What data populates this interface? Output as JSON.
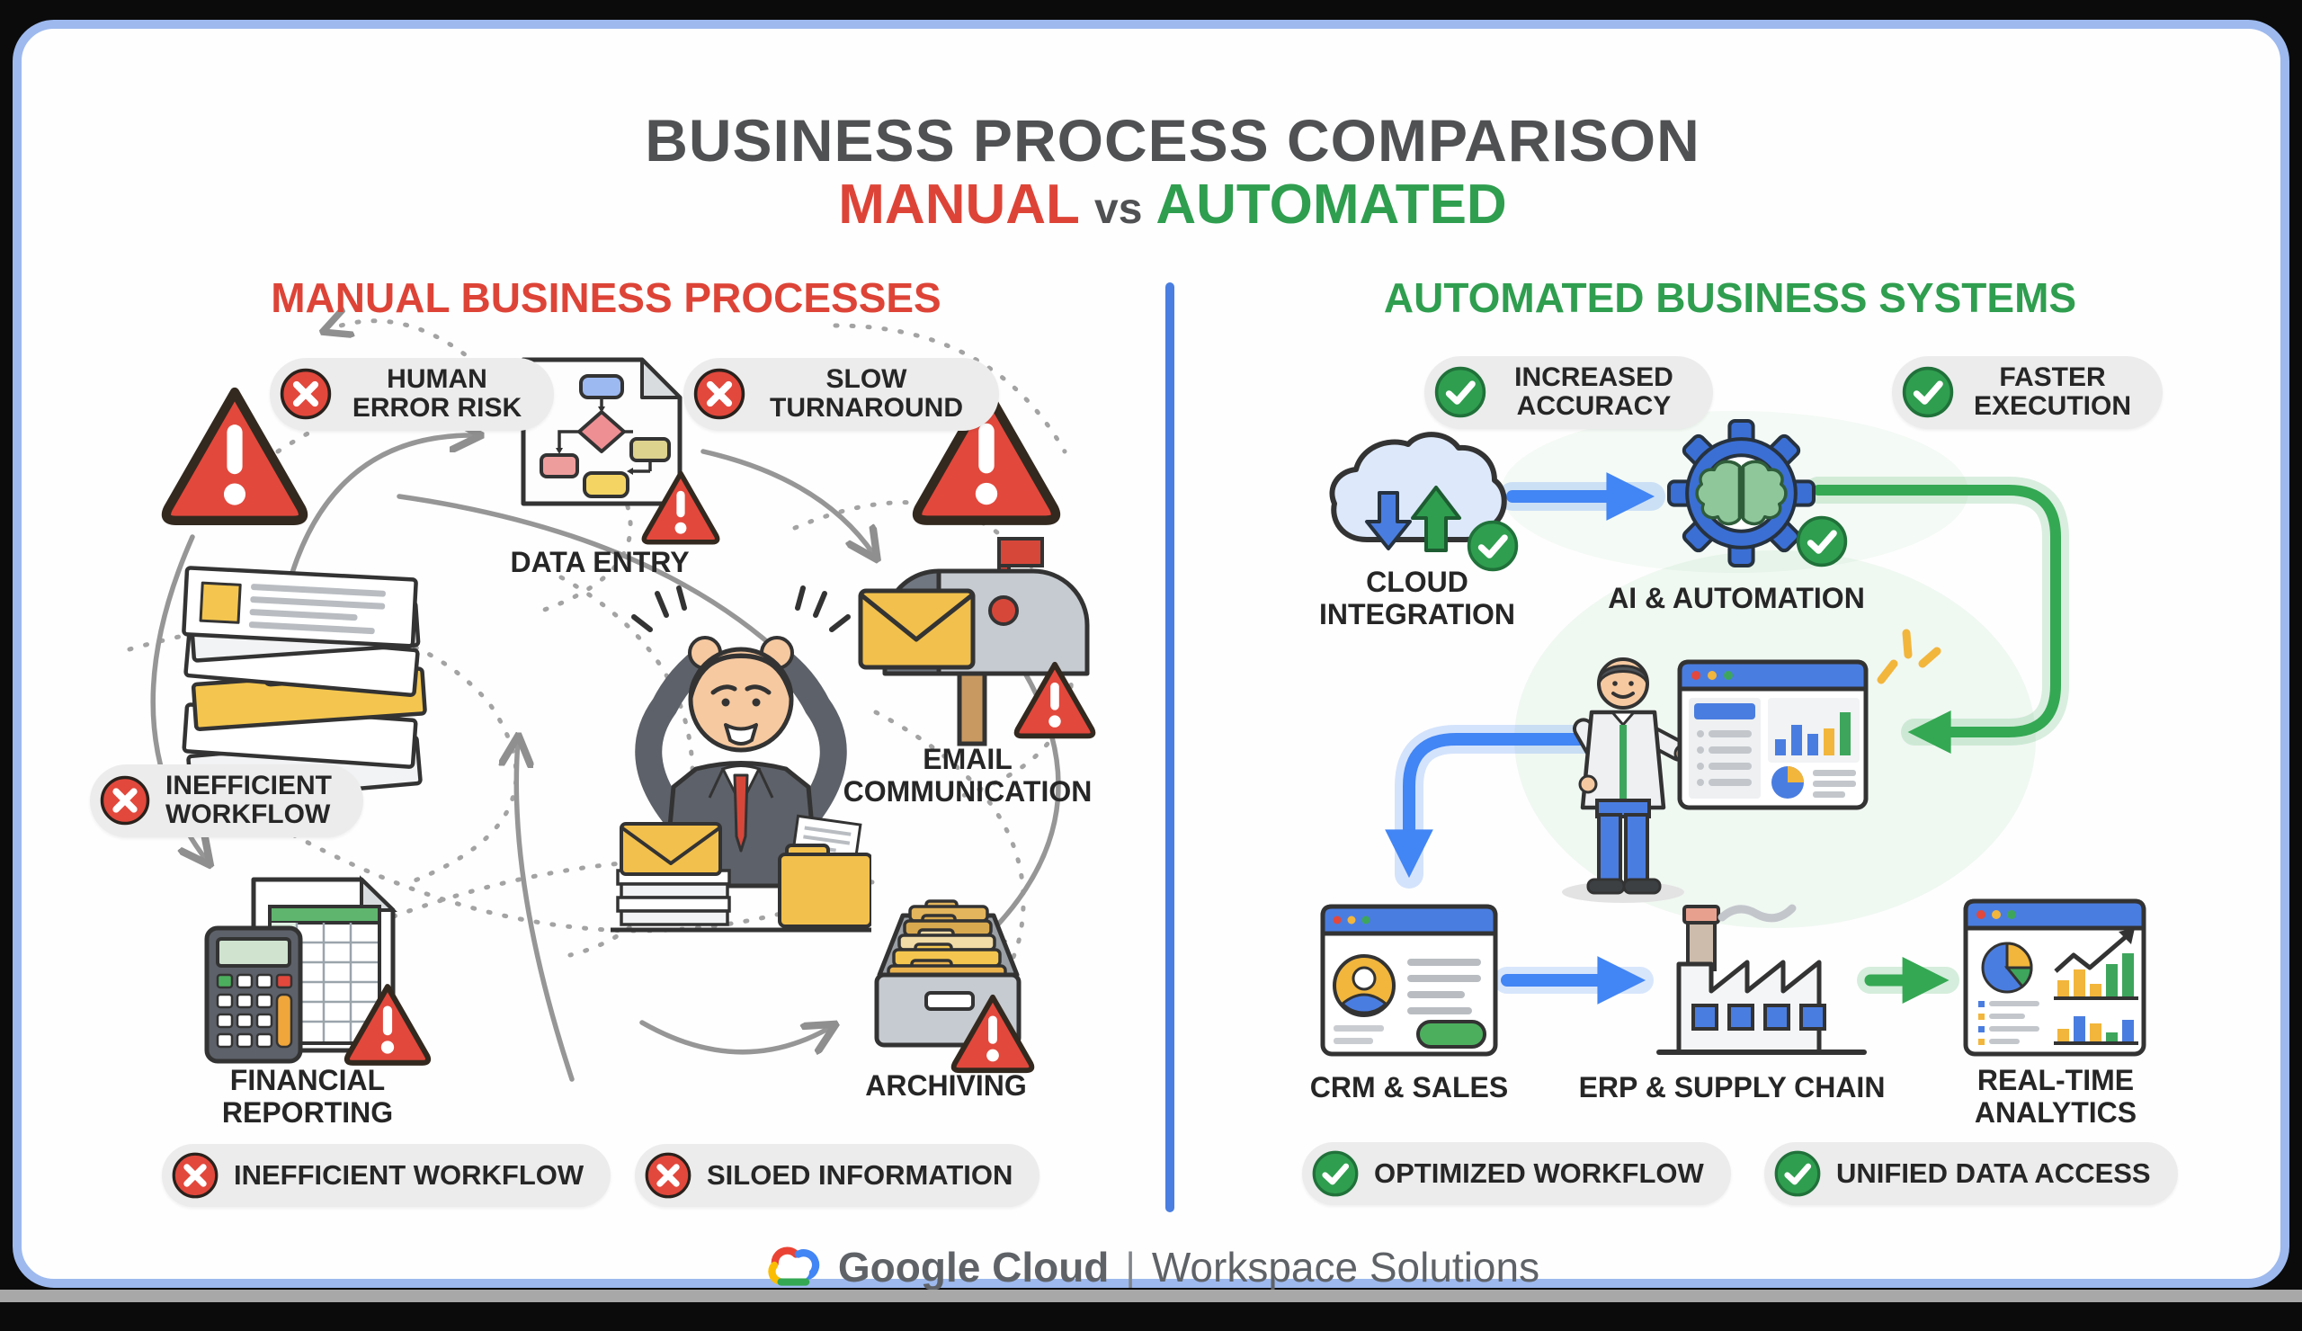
{
  "title": {
    "line1": "BUSINESS PROCESS COMPARISON",
    "manual": "MANUAL",
    "vs": "vs",
    "automated": "AUTOMATED"
  },
  "left_panel": {
    "header": "MANUAL BUSINESS PROCESSES",
    "badge_human_error": "HUMAN ERROR RISK",
    "badge_slow_turnaround": "SLOW TURNAROUND",
    "badge_inefficient_workflow_side": "INEFFICIENT WORKFLOW",
    "badge_inefficient_workflow_bottom": "INEFFICIENT WORKFLOW",
    "badge_siloed_information": "SILOED INFORMATION",
    "label_data_entry": "DATA ENTRY",
    "label_email_communication": "EMAIL COMMUNICATION",
    "label_financial_reporting": "FINANCIAL REPORTING",
    "label_archiving": "ARCHIVING"
  },
  "right_panel": {
    "header": "AUTOMATED BUSINESS SYSTEMS",
    "badge_increased_accuracy": "INCREASED ACCURACY",
    "badge_faster_execution": "FASTER EXECUTION",
    "badge_optimized_workflow": "OPTIMIZED WORKFLOW",
    "badge_unified_data_access": "UNIFIED DATA ACCESS",
    "label_cloud_integration": "CLOUD INTEGRATION",
    "label_ai_automation": "AI & AUTOMATION",
    "label_crm_sales": "CRM & SALES",
    "label_erp_supply_chain": "ERP & SUPPLY CHAIN",
    "label_real_time_analytics": "REAL-TIME ANALYTICS"
  },
  "footer": {
    "brand": "Google Cloud",
    "separator": "|",
    "product": "Workspace Solutions"
  },
  "colors": {
    "manual_red": "#DD4437",
    "automated_green": "#2F9E4F",
    "flow_blue": "#4285F4",
    "warning_red": "#E2483C",
    "title_gray": "#4F5153",
    "divider_blue": "#4A7EE0",
    "pill_gray": "#ECECEC"
  }
}
